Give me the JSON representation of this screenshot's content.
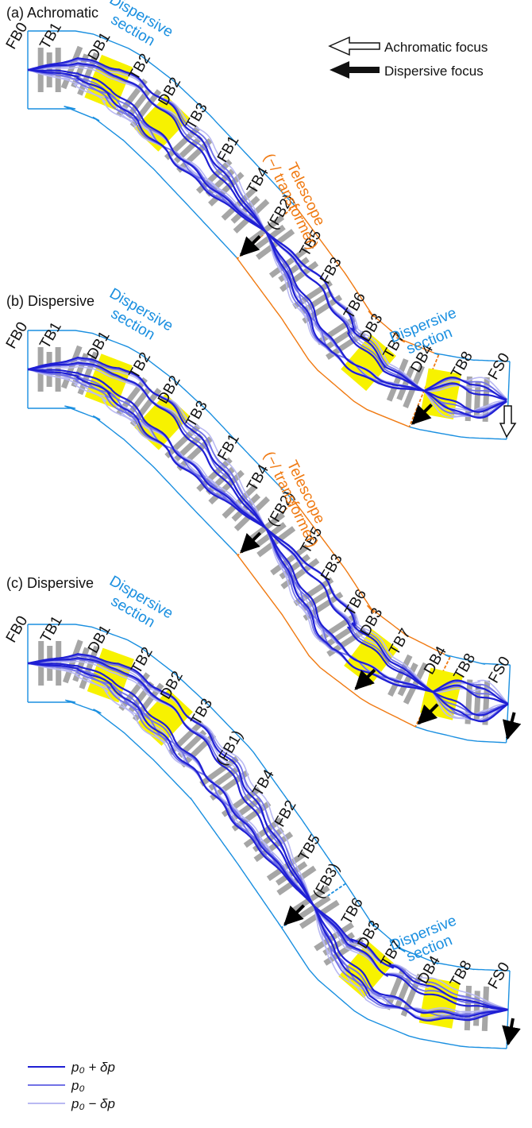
{
  "colors": {
    "dispersive_section": "#1a8fe0",
    "telescope": "#f07a12",
    "beam_plus": "#1f1fd4",
    "beam_nominal": "#7272e6",
    "beam_minus": "#b9b9f2",
    "dipole": "#f7f200",
    "quadrupole": "#a6a6a6",
    "arrow": "#000000"
  },
  "key": {
    "achromatic": "Achromatic focus",
    "dispersive": "Dispersive focus"
  },
  "legend": [
    "p₀ + δp",
    "p₀",
    "p₀ − δp"
  ],
  "panels": [
    {
      "title": "(a) Achromatic",
      "section1": [
        "Dispersive",
        "section"
      ],
      "section2": [
        "Dispersive",
        "section"
      ],
      "telescope": [
        "Telescope",
        "(−/ transformer)"
      ],
      "labels": [
        "FB0",
        "TB1",
        "DB1",
        "TB2",
        "DB2",
        "TB3",
        "FB1",
        "TB4",
        "(FB2)",
        "TB5",
        "FB3",
        "TB6",
        "DB3",
        "TB7",
        "DB4",
        "TB8",
        "FS0"
      ]
    },
    {
      "title": "(b) Dispersive",
      "section1": [
        "Dispersive",
        "section"
      ],
      "telescope": [
        "Telescope",
        "(−/ transformer)"
      ],
      "labels": [
        "FB0",
        "TB1",
        "DB1",
        "TB2",
        "DB2",
        "TB3",
        "FB1",
        "TB4",
        "(FB2)",
        "TB5",
        "FB3",
        "TB6",
        "DB3",
        "TB7",
        "DB4",
        "TB8",
        "FS0"
      ]
    },
    {
      "title": "(c) Dispersive",
      "section1": [
        "Dispersive",
        "section"
      ],
      "section2": [
        "Dispersive",
        "section"
      ],
      "labels": [
        "FB0",
        "TB1",
        "DB1",
        "TB2",
        "DB2",
        "TB3",
        "(FB1)",
        "TB4",
        "FB2",
        "TB5",
        "(FB3)",
        "TB6",
        "DB3",
        "TB7",
        "DB4",
        "TB8",
        "FS0"
      ]
    }
  ]
}
